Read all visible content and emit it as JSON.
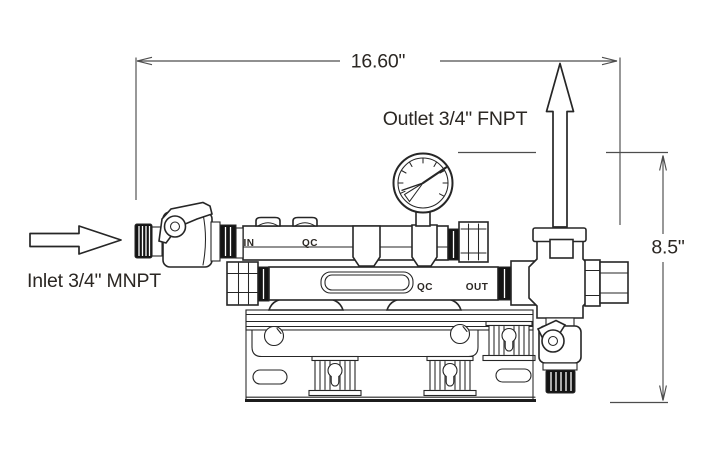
{
  "figure": {
    "type": "technical-dimension-drawing",
    "description": "Plumbing manifold assembly line drawing with overall dimensions"
  },
  "dimensions": {
    "width_label": "16.60\"",
    "height_label": "8.5\""
  },
  "annotations": {
    "outlet_label": "Outlet 3/4\" FNPT",
    "inlet_label": "Inlet 3/4\" MNPT"
  },
  "port_labels": {
    "in": "IN",
    "qc_top": "QC",
    "qc_bottom": "QC",
    "out": "OUT"
  },
  "colors": {
    "bg": "#ffffff",
    "line": "#262626",
    "dim": "#4d4d4d",
    "text": "#2b2723",
    "black_fill": "#141414"
  }
}
